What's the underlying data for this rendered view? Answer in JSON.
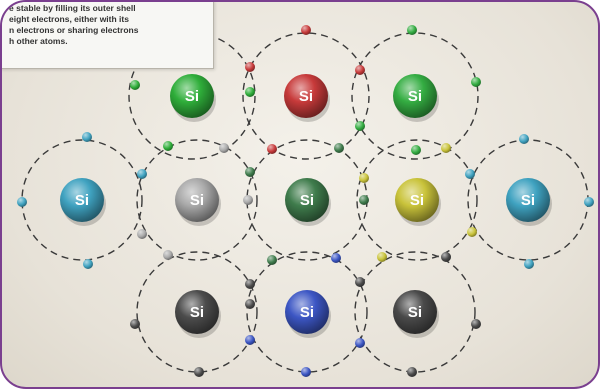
{
  "caption": {
    "lines": [
      "e stable by filling its outer shell",
      "eight electrons, either with its",
      "n electrons or sharing electrons",
      "h other atoms."
    ]
  },
  "atom_symbol": "Si",
  "colors": {
    "frame_border": "#7a3f8f",
    "orbit": "#3a3a3a"
  },
  "atoms": [
    {
      "name": "si-atom-top-left",
      "color": "#2fae3a"
    },
    {
      "name": "si-atom-top-center",
      "color": "#c73a3a"
    },
    {
      "name": "si-atom-top-right",
      "color": "#34ad42"
    },
    {
      "name": "si-atom-middle-far-left",
      "color": "#3fa2c0"
    },
    {
      "name": "si-atom-middle-left",
      "color": "#a9a9a9"
    },
    {
      "name": "si-atom-middle-center",
      "color": "#3f7c4c"
    },
    {
      "name": "si-atom-middle-right",
      "color": "#c9c33a"
    },
    {
      "name": "si-atom-middle-far-right",
      "color": "#3fa2c0"
    },
    {
      "name": "si-atom-bottom-left",
      "color": "#4c4c4c"
    },
    {
      "name": "si-atom-bottom-center",
      "color": "#3c56c4"
    },
    {
      "name": "si-atom-bottom-right",
      "color": "#4a4a4a"
    }
  ]
}
